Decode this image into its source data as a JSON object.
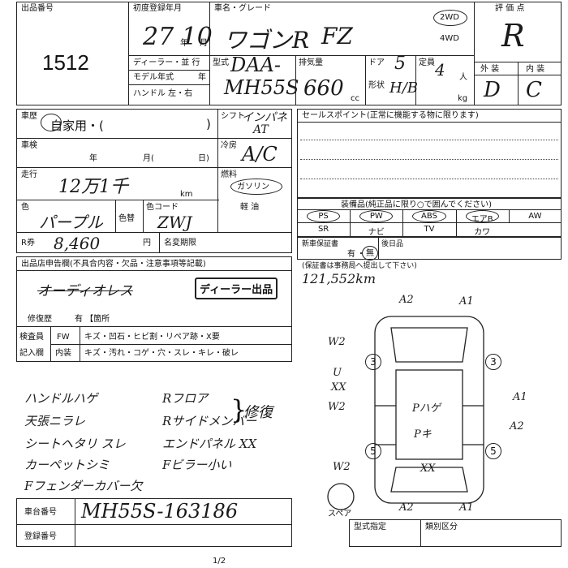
{
  "header": {
    "lot_label": "出品番号",
    "lot_number": "1512",
    "reg_label": "初度登録年月",
    "reg_value": "27 10",
    "reg_year_unit": "年",
    "reg_month_unit": "月",
    "dealer_label": "ディーラー・並 行",
    "model_year_label": "モデル年式",
    "model_year_unit": "年",
    "handle_label": "ハンドル 左・右",
    "car_name_label": "車名・グレード",
    "car_name_value": "ワゴンR",
    "grade_value": "FZ",
    "drive_2wd": "2WD",
    "drive_4wd": "4WD",
    "type_label": "型式",
    "type_value_line1": "DAA-",
    "type_value_line2": "MH55S",
    "displacement_label": "排気量",
    "displacement_value": "660",
    "displacement_unit": "cc",
    "doors_label": "ドア",
    "doors_value": "5",
    "shape_label": "形状",
    "shape_value": "H/B",
    "capacity_label": "定員",
    "capacity_value": "4",
    "capacity_unit": "人",
    "weight_unit": "kg",
    "score_label": "評 価 点",
    "score_value": "R",
    "exterior_label": "外 装",
    "interior_label": "内 装",
    "exterior_value": "D",
    "interior_value": "C"
  },
  "history": {
    "label": "車歴",
    "value": "自家用・("
  },
  "shift": {
    "label": "シフト",
    "value_line1": "インパネ",
    "value_line2": "AT"
  },
  "inspection": {
    "label": "車検",
    "year_unit": "年",
    "month_unit": "月(",
    "day_unit": "日)"
  },
  "ac": {
    "label": "冷房",
    "value": "A/C"
  },
  "mileage": {
    "label": "走行",
    "value": "12万1千",
    "unit": "km"
  },
  "fuel": {
    "label": "燃料",
    "gasoline": "ガソリン",
    "diesel": "軽 油",
    "selected": "ガソリン"
  },
  "color": {
    "label": "色",
    "value": "パープル",
    "change_label": "色替",
    "code_label": "色コード",
    "code_value": "ZWJ"
  },
  "recycle": {
    "label": "R券",
    "value": "8,460",
    "unit": "円",
    "name_change_label": "名変期限"
  },
  "sales_point": {
    "label": "セールスポイント(正常に機能する物に限ります)"
  },
  "equipment": {
    "label": "装備品(純正品に限り○で囲んでください)",
    "row1": [
      "PS",
      "PW",
      "ABS",
      "エアB",
      "AW"
    ],
    "row2": [
      "SR",
      "ナビ",
      "TV",
      "カワ"
    ],
    "circled": [
      "PS",
      "PW",
      "ABS",
      "エアB"
    ]
  },
  "warranty": {
    "label": "新車保証書",
    "yes": "有",
    "no": "無",
    "selected": "無",
    "after_label": "後日品"
  },
  "warranty_note": {
    "label": "(保証書は事務局へ提出して下さい)",
    "value": "121,552km"
  },
  "remarks": {
    "label": "出品店申告欄(不具合内容・欠品・注意事項等記載)",
    "struck_text": "オーディオレス",
    "dealer_stamp": "ディーラー出品"
  },
  "repair": {
    "label": "修復歴",
    "value": "有 【箇所"
  },
  "inspector": {
    "label": "検査員",
    "entry_label": "記入欄",
    "fw": "FW",
    "row1": "キズ・凹石・ヒビ割・リペア跡・X要",
    "interior": "内装",
    "row2": "キズ・汚れ・コゲ・穴・スレ・キレ・破レ"
  },
  "notes": [
    "ハンドルハゲ",
    "天張ニラレ",
    "シートヘタリ スレ",
    "カーペットシミ",
    "Fフェンダーカバー欠",
    "Rフロア",
    "Rサイドメンバー",
    "エンドパネル XX",
    "Fビラー小い"
  ],
  "repair_bracket_text": "修復",
  "diagram": {
    "marks": [
      "A2",
      "A1",
      "W2",
      "U",
      "XX",
      "W2",
      "W2",
      "A2",
      "A1",
      "A1",
      "A2",
      "Pハゲ",
      "Pキ",
      "XX"
    ],
    "circles": [
      "3",
      "3",
      "5",
      "5"
    ],
    "spare_label": "スペア"
  },
  "chassis": {
    "label": "車台番号",
    "value": "MH55S-163186"
  },
  "registration": {
    "label": "登録番号"
  },
  "model_spec": {
    "label": "型式指定",
    "class_label": "類別区分"
  },
  "footer": "1/2"
}
